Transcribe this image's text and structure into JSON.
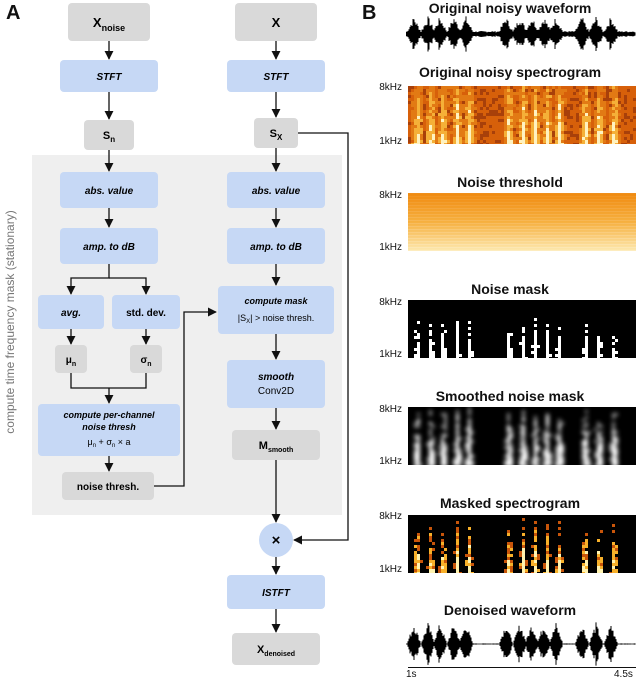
{
  "panel_a": {
    "letter": "A",
    "vertical_label": "compute time frequency mask (stationary)",
    "left_column": {
      "x_noise": {
        "main": "X",
        "sub": "noise"
      },
      "stft": "STFT",
      "s_n": {
        "main": "S",
        "sub": "n"
      },
      "abs_value": "abs. value",
      "amp_to_db": "amp. to dB",
      "avg": "avg.",
      "std_dev": "std. dev.",
      "mu_n": {
        "main": "μ",
        "sub": "n"
      },
      "sigma_n": {
        "main": "σ",
        "sub": "n"
      },
      "compute_thresh_line1": "compute per-channel",
      "compute_thresh_line2": "noise thresh",
      "thresh_formula": {
        "mu": "μ",
        "mu_sub": "n",
        "plus": " + ",
        "sigma": "σ",
        "sigma_sub": "n",
        "times": " × a"
      },
      "noise_thresh": "noise thresh."
    },
    "right_column": {
      "x": "X",
      "stft": "STFT",
      "s_x": {
        "main": "S",
        "sub": "X"
      },
      "abs_value": "abs. value",
      "amp_to_db": "amp. to dB",
      "compute_mask_line1": "compute mask",
      "compute_mask_formula": {
        "left": "|S",
        "sub": "X",
        "right": "| > noise thresh."
      },
      "smooth_line1": "smooth",
      "smooth_line2": "Conv2D",
      "m_smooth": {
        "main": "M",
        "sub": "smooth"
      },
      "multiply": "×",
      "istft": "ISTFT",
      "x_denoised": {
        "main": "X",
        "sub": "denoised"
      }
    }
  },
  "panel_b": {
    "letter": "B",
    "titles": {
      "original_waveform": "Original noisy waveform",
      "original_spectrogram": "Original noisy spectrogram",
      "noise_threshold": "Noise threshold",
      "noise_mask": "Noise mask",
      "smoothed_mask": "Smoothed noise mask",
      "masked_spectrogram": "Masked spectrogram",
      "denoised_waveform": "Denoised waveform"
    },
    "freq_labels": {
      "high": "8kHz",
      "low": "1kHz"
    },
    "time_labels": {
      "start": "1s",
      "end": "4.5s"
    }
  },
  "colors": {
    "blue_box": "#c6d8f5",
    "gray_box": "#d9d9d9",
    "bg_panel": "#efefef",
    "circle": "#c6d8f5"
  }
}
